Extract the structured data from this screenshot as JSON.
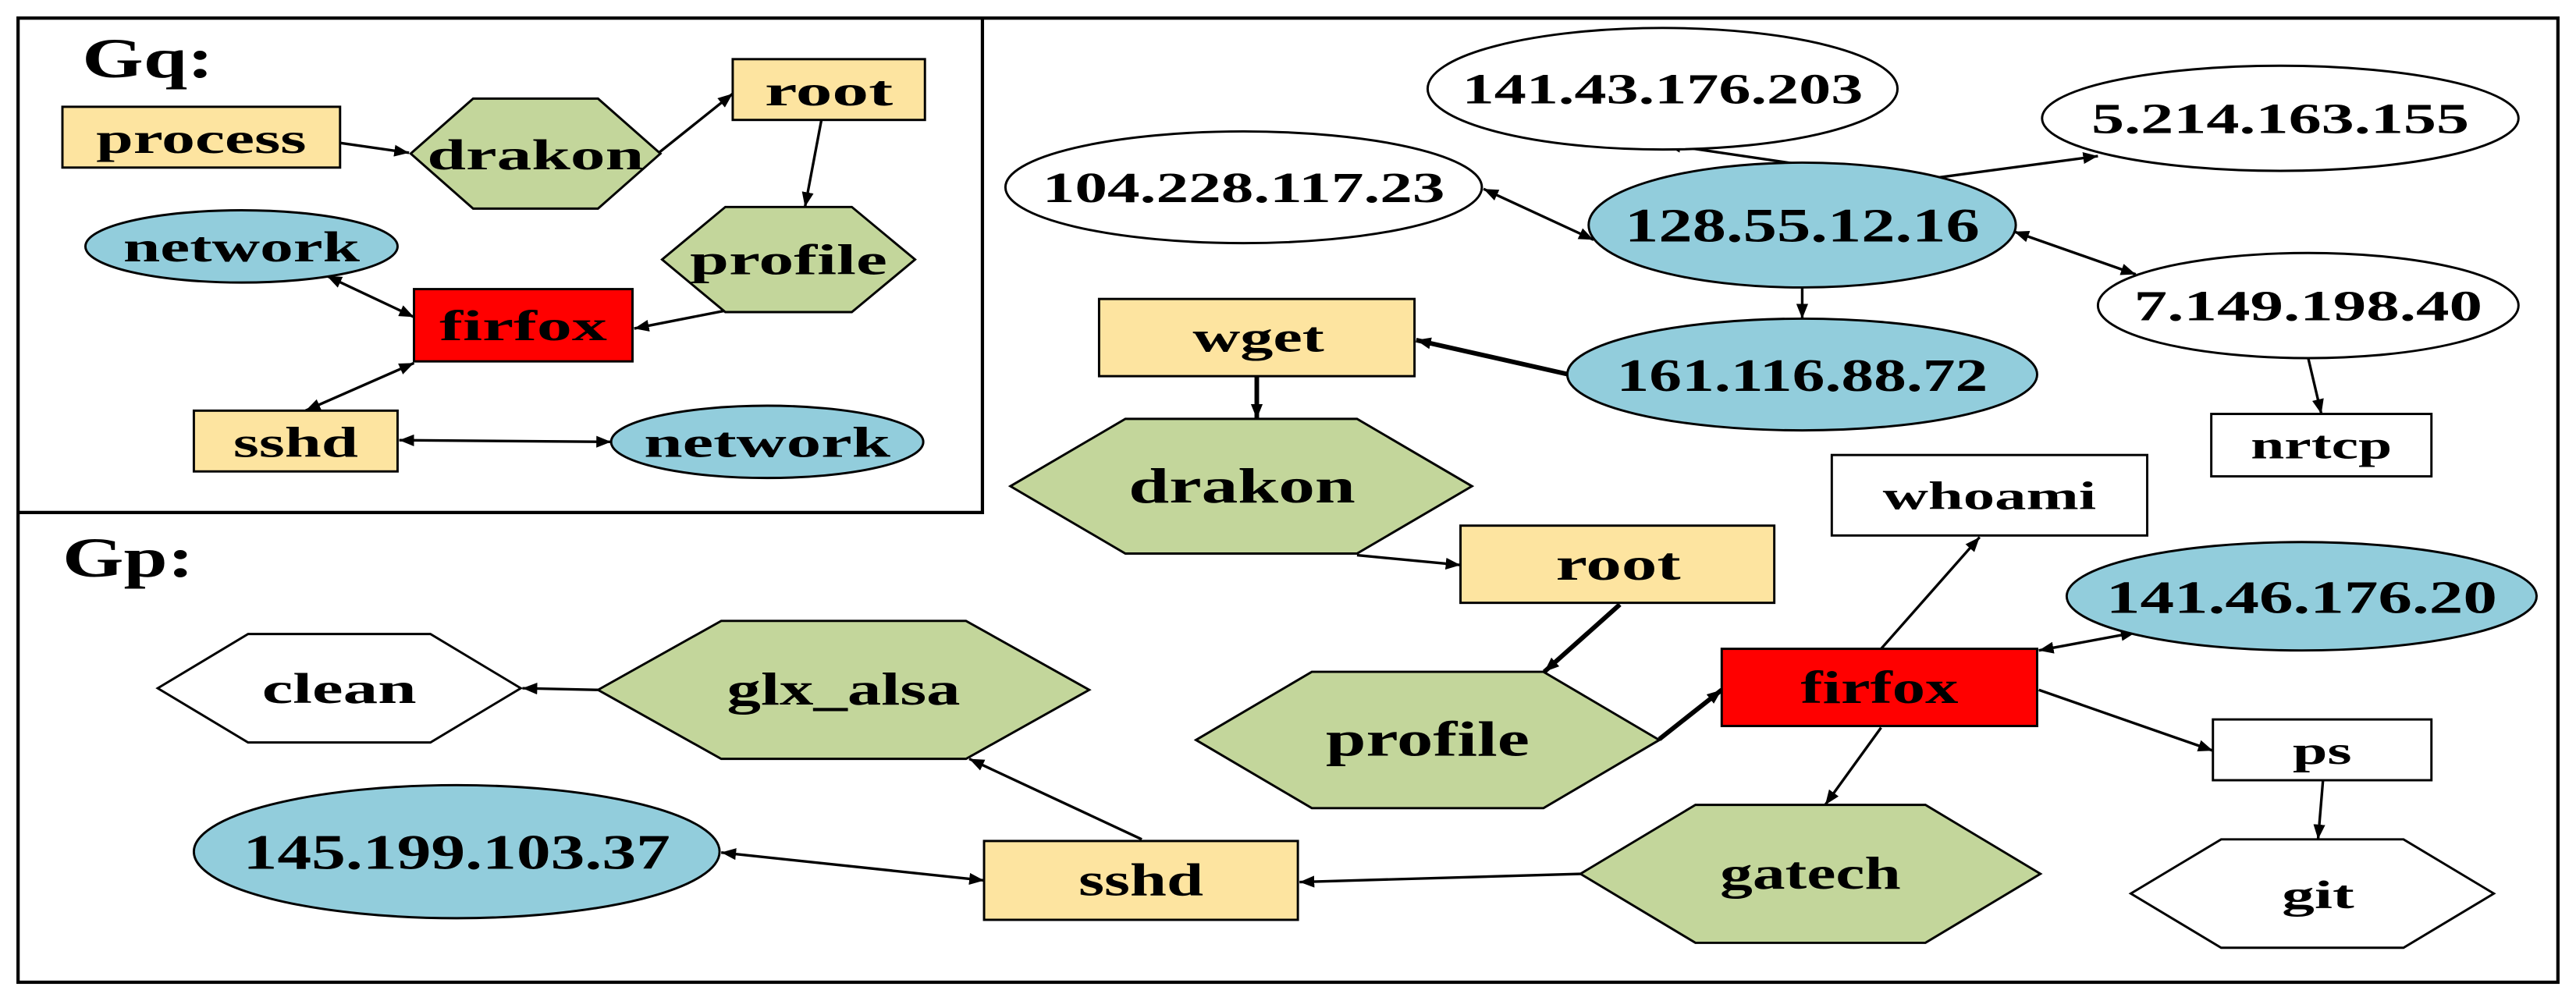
{
  "colors": {
    "yellow": "#fde4a0",
    "green": "#c3d69b",
    "blue": "#92cddc",
    "red": "#ff0000",
    "white": "#ffffff"
  },
  "gq": {
    "title": "Gq:",
    "process": "process",
    "drakon": "drakon",
    "root": "root",
    "profile": "profile",
    "network_a": "network",
    "firfox": "firfox",
    "sshd": "sshd",
    "network_b": "network"
  },
  "gp": {
    "title": "Gp:",
    "ip_141_43_176_203": "141.43.176.203",
    "ip_5_214_163_155": "5.214.163.155",
    "ip_104_228_117_23": "104.228.117.23",
    "ip_128_55_12_16": "128.55.12.16",
    "ip_7_149_198_40": "7.149.198.40",
    "ip_161_116_88_72": "161.116.88.72",
    "ip_141_46_176_20": "141.46.176.20",
    "ip_145_199_103_37": "145.199.103.37",
    "wget": "wget",
    "nrtcp": "nrtcp",
    "drakon": "drakon",
    "whoami": "whoami",
    "root": "root",
    "clean": "clean",
    "glx_alsa": "glx_alsa",
    "profile": "profile",
    "firfox": "firfox",
    "ps": "ps",
    "sshd": "sshd",
    "gatech": "gatech",
    "git": "git"
  }
}
